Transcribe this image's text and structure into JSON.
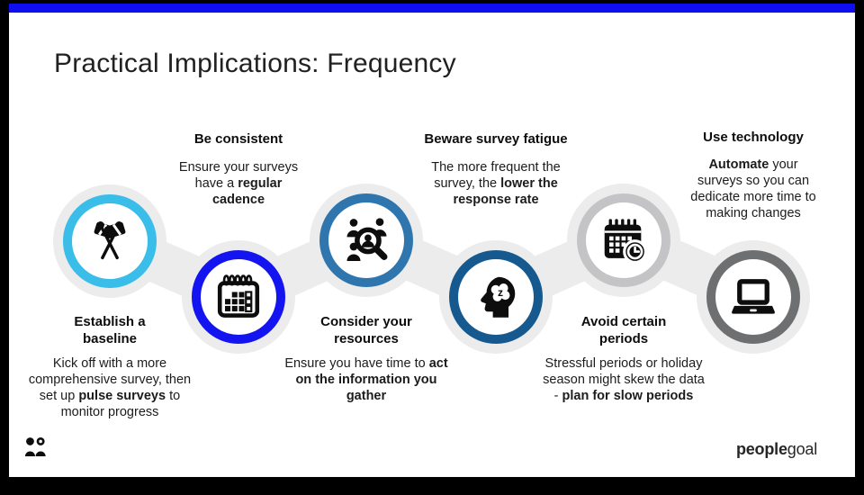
{
  "slide": {
    "title": "Practical Implications: Frequency",
    "accent_bar_color": "#0E0EF0",
    "background_color": "#ffffff",
    "frame_color": "#000000",
    "connector_color": "#ECECEC"
  },
  "nodes": [
    {
      "id": "establish-baseline",
      "icon": "crossed-flags-icon",
      "ring_color": "#3ABDE9",
      "text_position": "below",
      "title": "Establish a baseline",
      "body_segments": [
        {
          "text": "Kick off with a more comprehensive survey, then set up ",
          "bold": false
        },
        {
          "text": "pulse surveys",
          "bold": true
        },
        {
          "text": " to monitor progress",
          "bold": false
        }
      ]
    },
    {
      "id": "be-consistent",
      "icon": "spiral-calendar-icon",
      "ring_color": "#1414F0",
      "text_position": "above",
      "title": "Be consistent",
      "body_segments": [
        {
          "text": "Ensure your surveys have a ",
          "bold": false
        },
        {
          "text": "regular cadence",
          "bold": true
        }
      ]
    },
    {
      "id": "consider-your-resources",
      "icon": "people-search-icon",
      "ring_color": "#2F76AE",
      "text_position": "below",
      "title": "Consider your resources",
      "body_segments": [
        {
          "text": "Ensure you have time to ",
          "bold": false
        },
        {
          "text": "act on the information you gather",
          "bold": true
        }
      ]
    },
    {
      "id": "beware-survey-fatigue",
      "icon": "fatigue-head-icon",
      "ring_color": "#16598F",
      "text_position": "above",
      "title": "Beware survey fatigue",
      "body_segments": [
        {
          "text": "The more frequent the survey, the ",
          "bold": false
        },
        {
          "text": "lower the response rate",
          "bold": true
        }
      ]
    },
    {
      "id": "avoid-certain-periods",
      "icon": "calendar-clock-icon",
      "ring_color": "#C4C4C6",
      "text_position": "below",
      "title": "Avoid certain periods",
      "body_segments": [
        {
          "text": "Stressful periods or holiday season might skew the data - ",
          "bold": false
        },
        {
          "text": "plan for slow periods",
          "bold": true
        }
      ]
    },
    {
      "id": "use-technology",
      "icon": "laptop-icon",
      "ring_color": "#6E6F70",
      "text_position": "above",
      "title": "Use technology",
      "body_segments": [
        {
          "text": "Automate",
          "bold": true
        },
        {
          "text": " your surveys so you can dedicate more time to making changes",
          "bold": false
        }
      ]
    }
  ],
  "footer": {
    "brand_mark_icon": "peoplegoal-mark-icon",
    "brand_name_bold": "people",
    "brand_name_regular": "goal"
  }
}
